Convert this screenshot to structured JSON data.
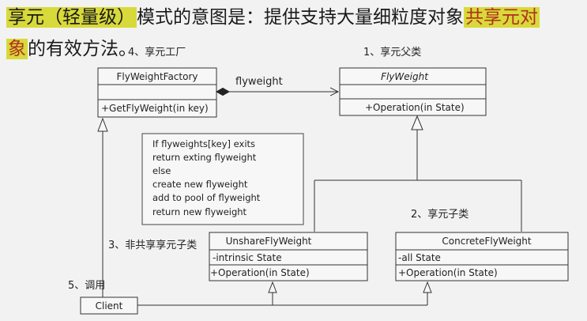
{
  "heading": {
    "part1": "享元（轻量级）",
    "part2": "模式的意图是：提供支持大量细粒度对象",
    "part3": "共享元对",
    "part4": "象",
    "part5": "的有效方法。"
  },
  "labels": {
    "factory": "4、享元工厂",
    "parent": "1、享元父类",
    "child": "2、享元子类",
    "unshared": "3、非共享享元子类",
    "call": "5、调用",
    "assoc": "flyweight"
  },
  "classes": {
    "factory": {
      "name": "FlyWeightFactory",
      "method": "+GetFlyWeight(in key)"
    },
    "flyweight": {
      "name": "FlyWeight",
      "method": "+Operation(in State)"
    },
    "unshare": {
      "name": "UnshareFlyWeight",
      "attr": "-intrinsic State",
      "method": "+Operation(in State)"
    },
    "concrete": {
      "name": "ConcreteFlyWeight",
      "attr": "-all State",
      "method": "+Operation(in State)"
    },
    "client": {
      "name": "Client"
    }
  },
  "note": {
    "lines": [
      "If flyweights[key] exits",
      "return exting flyweight",
      "else",
      "create new  flyweight",
      "add to pool of  flyweight",
      "return new  flyweight"
    ]
  },
  "colors": {
    "highlight": "#d8d93a",
    "emphasis": "#b0301e"
  }
}
